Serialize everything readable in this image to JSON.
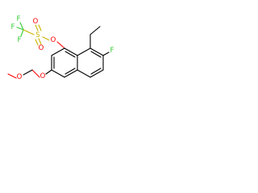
{
  "atoms": {
    "f1": "F",
    "f2": "F",
    "f3": "F",
    "s": "S",
    "o_s1": "O",
    "o_s2": "O",
    "o_link": "O",
    "o_ring": "O",
    "o_ether": "O",
    "f_ring": "F"
  },
  "colors": {
    "bond": "#000000",
    "oxygen": "#ff0000",
    "fluorine": "#33cc33",
    "sulfur": "#c8b400"
  }
}
